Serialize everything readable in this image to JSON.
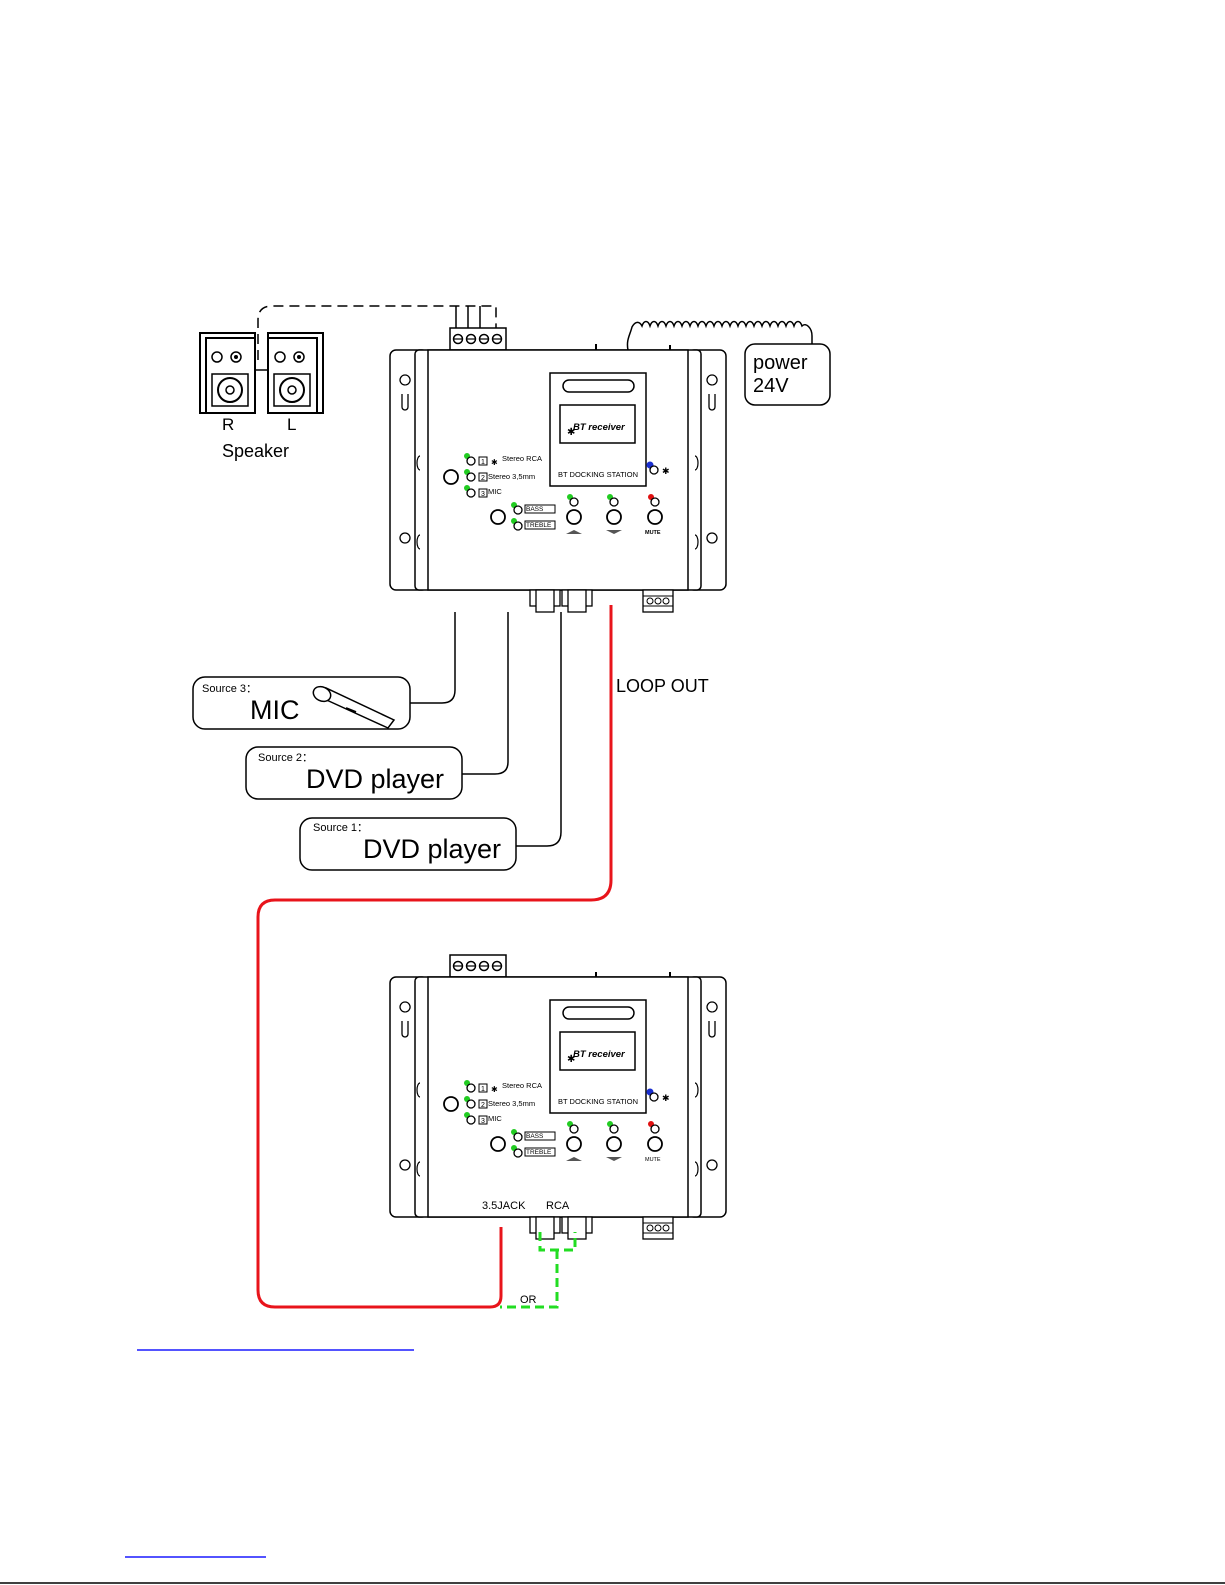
{
  "speaker": {
    "label": "Speaker",
    "right_label": "R",
    "left_label": "L"
  },
  "power": {
    "line1": "power",
    "line2": "24V"
  },
  "unit": {
    "display_title": "BT receiver",
    "station_name": "BT DOCKING STATION",
    "source_rows": [
      {
        "number": "1",
        "label": "Stereo RCA"
      },
      {
        "number": "2",
        "label": "Stereo 3,5mm"
      },
      {
        "number": "3",
        "label": "MIC"
      }
    ],
    "bass_label": "BASS",
    "treble_label": "TREBLE",
    "mute_label": "MUTE"
  },
  "sources": [
    {
      "caption": "Source 3：",
      "name": "MIC"
    },
    {
      "caption": "Source 2：",
      "name": "DVD player"
    },
    {
      "caption": "Source 1：",
      "name": "DVD player"
    }
  ],
  "loop_out_label": "LOOP OUT",
  "second_unit": {
    "jack_label": "3.5JACK",
    "rca_label": "RCA",
    "or_label": "OR"
  },
  "colors": {
    "loop_cable": "#e8141b",
    "rca_cable": "#22dd22",
    "led_green": "#22cc22",
    "led_red": "#e01010",
    "led_blue": "#1a2fd0",
    "footnote_link": "#1a1aff"
  }
}
